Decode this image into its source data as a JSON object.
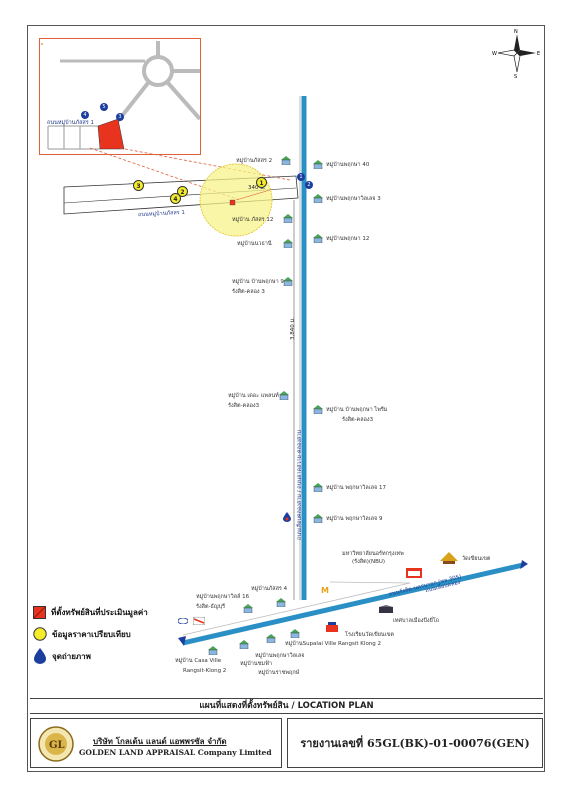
{
  "compass": {
    "n": "N",
    "s": "S",
    "e": "E",
    "w": "W"
  },
  "inset": {
    "road_label": "ถนนหมู่บ้านภัสสร 1",
    "markers": [
      "4",
      "5",
      "3"
    ]
  },
  "main_road_labels": {
    "vertical": "ถนนเลียบคลองสาม / ถนนลาดสวาย-คลองสาม",
    "horizontal_top": "ถนนรังสิต-นครนายก (ทล.305)",
    "horizontal_bottom": "ถนนเลียบคลอง",
    "side_road": "ถนนหมู่บ้านภัสสร 1"
  },
  "distances": {
    "d1": "340 ม.",
    "d2": "3,840 ม."
  },
  "comparison_markers": [
    "1",
    "2",
    "3",
    "4"
  ],
  "camera_markers": [
    "1",
    "2"
  ],
  "villages": [
    {
      "text": "หมู่บ้านภัสสร 2"
    },
    {
      "text": "หมู่บ้านพฤกษา 40"
    },
    {
      "text": "หมู่บ้านพฤกษาวิลเลจ 3"
    },
    {
      "text": "หมู่บ้าน ภัสสร 12"
    },
    {
      "text": "หมู่บ้านพฤกษา 12"
    },
    {
      "text": "หมู่บ้านนวธานี"
    },
    {
      "text": "หมู่บ้าน บ้านพฤกษา 9"
    },
    {
      "text": "รังสิต-คลอง 3"
    },
    {
      "text": "หมู่บ้าน เดอะ แพลนท์"
    },
    {
      "text": "รังสิต-คลอง3"
    },
    {
      "text": "หมู่บ้าน บ้านพฤกษา ไพรีม"
    },
    {
      "text": "รังสิต-คลอง3"
    },
    {
      "text": "หมู่บ้าน พฤกษาวิลเลจ 17"
    },
    {
      "text": "หมู่บ้าน พฤกษาวิลเลจ 9"
    },
    {
      "text": "หมู่บ้านภัสสร 4"
    },
    {
      "text": "หมู่บ้านพฤกษาวิลล์ 16"
    },
    {
      "text": "รังสิต-ธัญบุรี"
    },
    {
      "text": "หมู่บ้าน Casa Ville"
    },
    {
      "text": "Rangsit-Klong 2"
    },
    {
      "text": "หมู่บ้านชมฟ้า"
    },
    {
      "text": "หมู่บ้านพฤกษาวิลเลจ"
    },
    {
      "text": "หมู่บ้านราชพฤกษ์"
    },
    {
      "text": "หมู่บ้านSupalai Ville Rangsit Klong 2"
    },
    {
      "text": "โรงเรียนวัดเขียนเขต"
    },
    {
      "text": "มหาวิทยาลัยนอร์ทกรุงเทพ"
    },
    {
      "text": "(รังสิต)(NBU)"
    },
    {
      "text": "วัดเขียนเขต"
    },
    {
      "text": "เทศบาลเมืองบึงยี่โถ"
    }
  ],
  "legend": [
    {
      "text": "ที่ตั้งทรัพย์สินที่ประเมินมูลค่า"
    },
    {
      "text": "ข้อมูลราคาเปรียบเทียบ"
    },
    {
      "text": "จุดถ่ายภาพ"
    }
  ],
  "plan_title": "แผนที่แสดงที่ตั้งทรัพย์สิน / LOCATION PLAN",
  "company": {
    "name_th": "บริษัท โกลเด้น แลนด์ แอพพรซัล จำกัด",
    "name_en": "GOLDEN LAND APPRAISAL Company Limited"
  },
  "report": "รายงานเลขที่ 65GL(BK)-01-00076(GEN)",
  "colors": {
    "road_blue": "#2a8fc4",
    "road_dark": "#1c3f9e",
    "subject": "#e8331f",
    "marker": "#f5ec2a"
  }
}
